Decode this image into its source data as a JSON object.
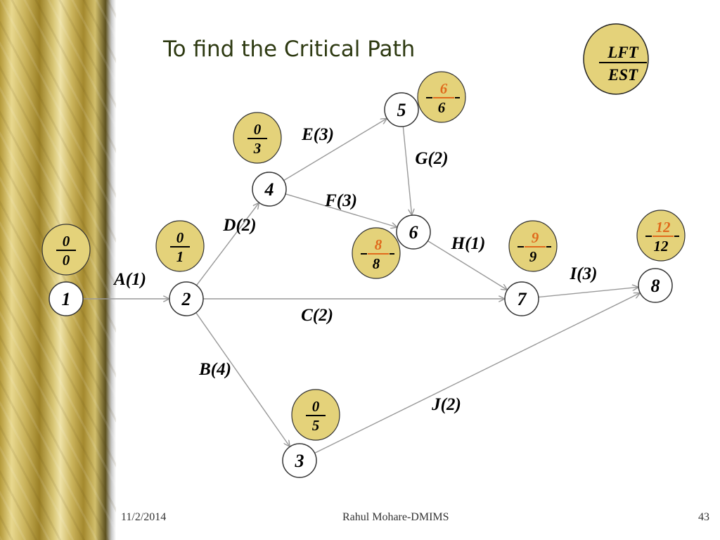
{
  "slide": {
    "title": "To find the Critical Path",
    "footer_date": "11/2/2014",
    "footer_author": "Rahul Mohare-DMIMS",
    "page_number": "43"
  },
  "legend": {
    "top": "LFT",
    "bottom": "EST"
  },
  "colors": {
    "node_fill": "#e4d27a",
    "highlight": "#e06a1c",
    "edge": "#999999",
    "text": "#000000"
  },
  "nodes": [
    {
      "id": "1",
      "label": "1",
      "lft": "0",
      "est": "0",
      "lft_highlight": false
    },
    {
      "id": "2",
      "label": "2",
      "lft": "0",
      "est": "1",
      "lft_highlight": false
    },
    {
      "id": "3",
      "label": "3",
      "lft": "0",
      "est": "5",
      "lft_highlight": false
    },
    {
      "id": "4",
      "label": "4",
      "lft": "0",
      "est": "3",
      "lft_highlight": false
    },
    {
      "id": "5",
      "label": "5",
      "lft": "6",
      "est": "6",
      "lft_highlight": true
    },
    {
      "id": "6",
      "label": "6",
      "lft": "8",
      "est": "8",
      "lft_highlight": true
    },
    {
      "id": "7",
      "label": "7",
      "lft": "9",
      "est": "9",
      "lft_highlight": true
    },
    {
      "id": "8",
      "label": "8",
      "lft": "12",
      "est": "12",
      "lft_highlight": true
    }
  ],
  "edges": [
    {
      "from": "1",
      "to": "2",
      "label": "A(1)"
    },
    {
      "from": "2",
      "to": "3",
      "label": "B(4)"
    },
    {
      "from": "2",
      "to": "7",
      "label": "C(2)"
    },
    {
      "from": "2",
      "to": "4",
      "label": "D(2)"
    },
    {
      "from": "4",
      "to": "5",
      "label": "E(3)"
    },
    {
      "from": "4",
      "to": "6",
      "label": "F(3)"
    },
    {
      "from": "5",
      "to": "6",
      "label": "G(2)"
    },
    {
      "from": "6",
      "to": "7",
      "label": "H(1)"
    },
    {
      "from": "7",
      "to": "8",
      "label": "I(3)"
    },
    {
      "from": "3",
      "to": "8",
      "label": "J(2)"
    }
  ]
}
